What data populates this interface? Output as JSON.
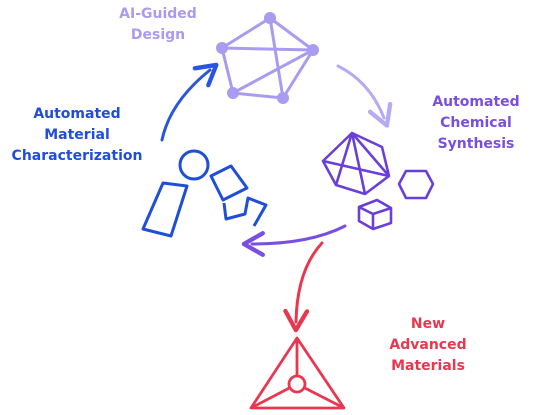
{
  "labels": {
    "ai_guided_design": [
      "AI-Guided",
      "Design"
    ],
    "automated_chemical_synthesis": [
      "Automated",
      "Chemical",
      "Synthesis"
    ],
    "automated_material_characterization": [
      "Automated",
      "Material",
      "Characterization"
    ],
    "new_advanced_materials": [
      "New",
      "Advanced",
      "Materials"
    ]
  },
  "colors": {
    "ai_design": "#a99cf0",
    "synthesis": "#7a4fe0",
    "characterization": "#1f4fd9",
    "new_materials": "#e8384f"
  },
  "icons": {
    "ai_design": "network-graph-icon",
    "synthesis": "crystal-molecules-icon",
    "characterization": "robotic-arm-icon",
    "new_materials": "triangle-material-icon"
  }
}
